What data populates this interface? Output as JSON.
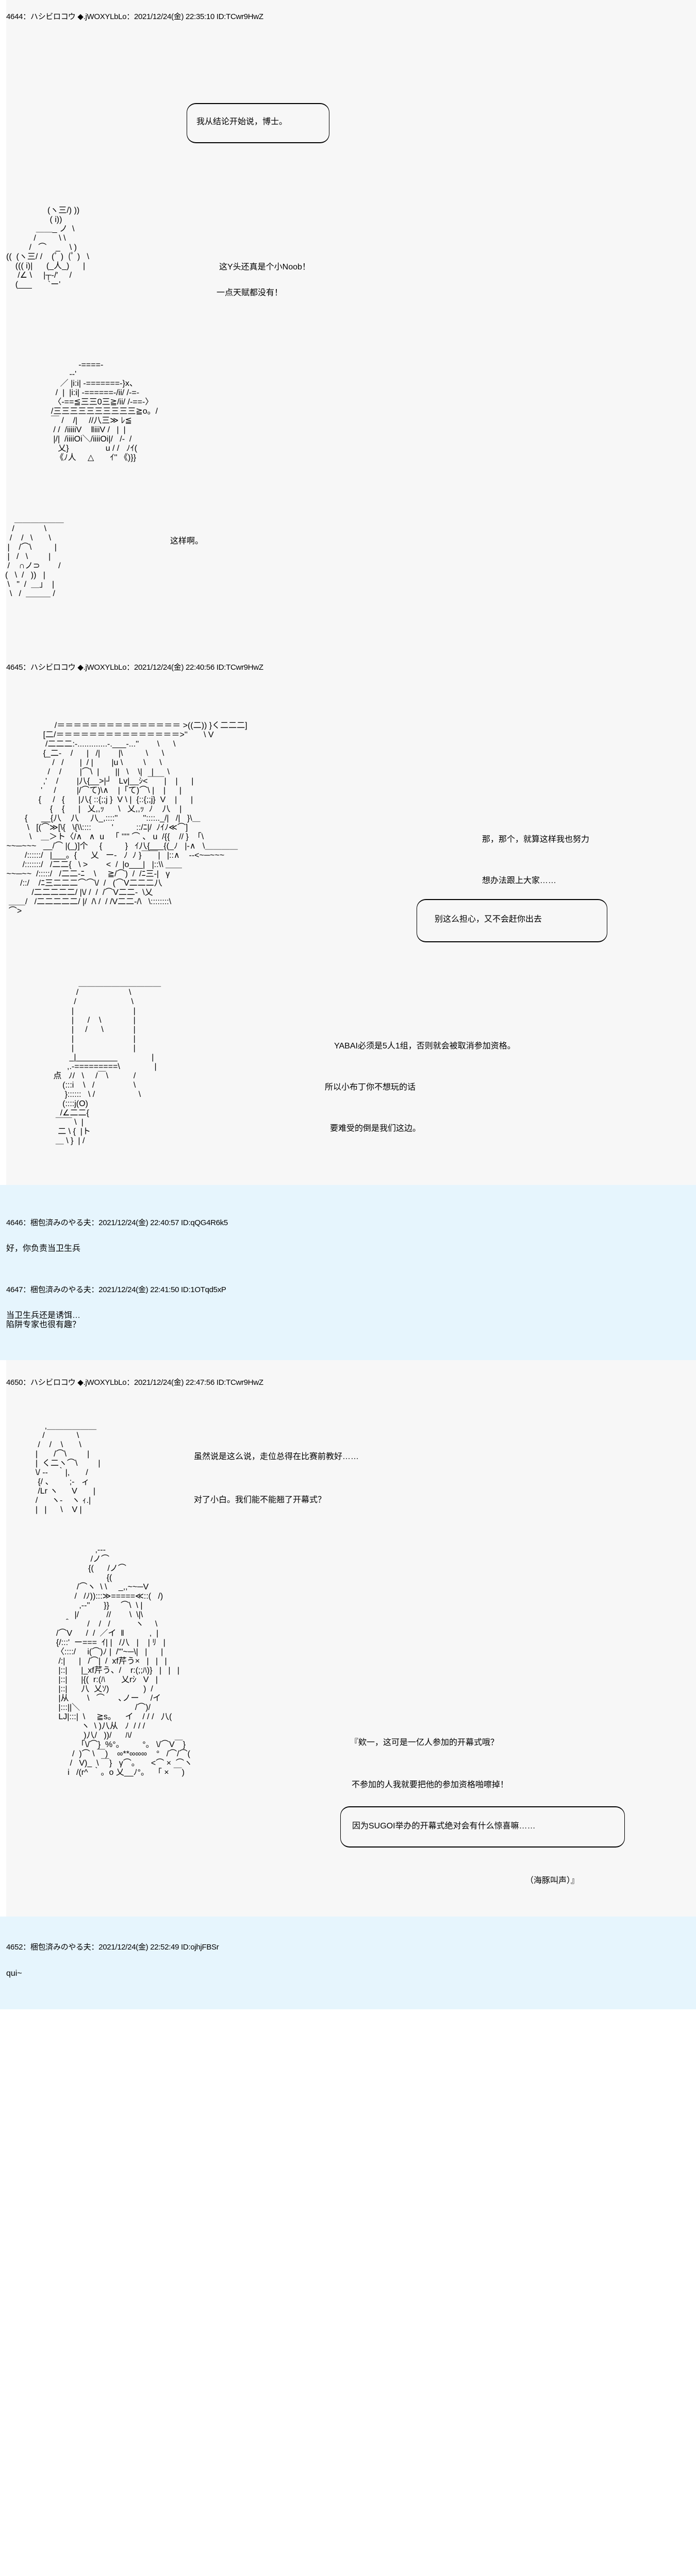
{
  "posts": [
    {
      "header": "4644：ハシビロコウ ◆.jWOXYLbLo：2021/12/24(金) 22:35:10 ID:TCwr9HwZ",
      "lines": [
        "我从结论开始说，博士。",
        "这Y头还真是个小Noob！",
        "一点天赋都没有！",
        "这样啊。"
      ],
      "art": {
        "noob": "                  (ヽ三/) ))\n                   ( i))\n             ＿＿_ ノ  \\\n            /          \\ \\\n          /   ⌒    _    \\ )\n((  (ヽ三/ /    (ﾟ )  (ﾟ )   \\\n    ((( i)|      (_人_)      |\n     /∠ \\     |┬-/′     /\n    (___       `ー'",
        "armor": "              -====-\n          --'\n      ／ |i:i| -=======-}x、\n    /  |  |i:i| -======-/ii/ /-=-\n   〈-==≦三三0三≧/ii/ /-==-〉\n  /三三三三三三三三三三≧o。/\n  ￣ /    /|     //八三≫ ﾚ≦\n   / /  /iiiiiV    ‖iiiV /   |  |\n   |/|  /iiiiOi＼/iiiiOi|/   /-  /\n     乂}                u / /   ﾉｲ(\n    《ﾉ人     △       ｲ'' 《)}}",
        "face": "    ＿＿＿＿＿＿\n   /             \\\n  /    /   \\       \\\n |    /⌒\\          |\n |   /   \\         |\n /    ∩ノ⊃        /\n(   \\  /   ))   |\n \\   \"  /  ＿」  |\n  \\   /  ＿＿＿ /"
      }
    },
    {
      "header": "4645：ハシビロコウ ◆.jWOXYLbLo：2021/12/24(金) 22:40:56 ID:TCwr9HwZ",
      "lines": [
        "那，那个，就算这样我也努力",
        "想办法跟上大家……",
        "别这么担心，又不会赶你出去",
        "YABAI必须是5人1组，否则就会被取消参加资格。",
        "所以小布丁你不想玩的话",
        "要难受的倒是我们这边。"
      ],
      "art": {
        "group": "                      /＝＝＝＝＝＝＝＝＝＝＝＝＝＝＝ >((二)) }く二二二]\n                 [二/＝＝＝＝＝＝＝＝＝＝＝＝＝＝＝>''       \\ V\n                  /二二二:-.............-.___-...''        \\      \\\n                 {_二-    /      |   /|        |\\          \\      \\\n                     /   /       |  / |        |u \\         \\      \\\n                   /    /        |⌒\\  |       ||   \\    \\|    |      \\\n                 ,'    /        |八{__>|┘   Lv|__ｼ<￣￣|    |      |\n                '     /         |/⌒て)\\∧    |「て)⌒\\ |    |      |\n               {     /   {      |八{ ::{;;j }  V \\ |  {::{;;j}  V    |      |\n                    {    {      |   乂,,ｯ      \\   乂,,ｯ  ﾉ    八    |\n         {      __{八    八     八_,::::''           ''::::.._/|   /|   }\\＿\n          \\   [(⌒≫[\\{   \\{\\\\::::         '          ::/ﾆ|/  ﾉｲﾉ≪⌒]\n           \\    ＿＞ト〈/∧   ∧  u   「 ''''' ⌒ 、 u  /{{    // }  「\\\n ~~─~~~   __/⌒ |(_)]个     {          }   ｲ八{___{(_ﾉ   |-∧   \\＿＿＿＿\n         /::::::/   |___。{      乂   ー-   ﾉ  ﾉ }￣￣|   |::∧    --<~─~~~\n        /:::::::/   /二二{   \\ >        <  /  |o___|   |::\\\\ ＿＿\n ~~─~~  /:::::/   /二二-ﾆ    \\     ≧/⌒)  /  /ﾆ三-|   γ\n       /::/    /ﾆ三二二二⌒⌒\\/  /   (⌒V二二二八\n            /二二二二二/ |\\/ /  /  /⌒V二二-  \\乂\n  ＿＿/   /二二二二二/ |/  /\\ /  / /V二二-/\\   \\::::::::\\\n  ⌒>",
        "hood": "              ＿＿＿＿＿＿＿＿＿＿\n             /                      \\\n            /                        \\\n           |                          |\n           |      /    \\              |\n           |     /      \\             |\n           |                          |\n           |                          |\n          _|_________               |\n         ,.‐=========\\               |\n   点   ﾉ/   \\     /￣\\           /\n       (:::i    \\   /                 \\\n        }::::::   \\ /                   \\\n       (::::j(O)\n      /∠二二{\n    ￣￣ \\  |\n     二 \\ {  |ト\n    ＿ \\ }  | /"
      }
    },
    {
      "header": "4646：梱包済みのやる夫：2021/12/24(金) 22:40:57 ID:qQG4R6k5",
      "lines": [
        "好，你负责当卫生兵"
      ]
    },
    {
      "header": "4647：梱包済みのやる夫：2021/12/24(金) 22:41:50 ID:1OTqd5xP",
      "lines": [
        "当卫生兵还是诱饵…",
        "陷阱专家也很有趣？"
      ]
    },
    {
      "header": "4650：ハシビロコウ ◆.jWOXYLbLo：2021/12/24(金) 22:47:56 ID:TCwr9HwZ",
      "lines": [
        "虽然说是这么说，走位总得在比赛前教好……",
        "对了小白。我们能不能翘了开幕式？",
        "『欸一，这可是一亿人参加的开幕式哦？",
        "不参加的人我就要把他的参加资格啪嚓掉！",
        "因为SUGOI举办的开幕式绝对会有什么惊喜嘛……",
        "（海豚叫声）』"
      ],
      "art": {
        "small": "      ,＿＿＿＿＿＿\n     /              \\\n   /    /    \\       \\\n  |       /⌒\\         |\n  |  く二ヽ⌒\\         |\n  \\/ -‐    ｀|,       /\n   {/ 、       ;-   ィ\n   /Lr ヽ      V       |\n  /      ヽ-    ヽ ｨ.|\n  |   |      \\    V |",
        "pudding": "                   ,---\n                 /ノ⌒\n                {(      /ノ⌒\n                        {(\n           /⌒ヽ  \\ \\     _,,~~─V\n          /   /ﾉ)):::≫=====≪::(   /)\n            ,-‐''      }}     ⌒\\  \\ |\n          |/            //        \\  \\|\\\n     ＾       /    /   /           ヽ     \\\n  /⌒V      /  /  ／イ  ‖           ,  |\n  {/:::'  ー===  ｲ| |   /八   |    | ﾘ   |\n  〈::::/     i(⌒)ﾉ |  /'''~─\\|   |      |\n   /:|      |   /⌒|  /  xf芹う×   |   |   |\n   |::|      |_xf芹う、/    r:(;;ﾊ)}   |   |   |\n   |::|      |{(  r:(ﾊ       乂rｼ   V   |\n   |::|      八  乂ｿ)               )  /\n   |从        \\   ⌒      ､ノー     /イ\n   |:::||＼                        /⌒)/\n   LJ|:::|  \\     ≧s。    イ    / / /   八(\n             ヽ  \\ )八从   ﾉ  / / /\n              )八/   ))/      ﾊ/\n           「\\/⌒}  %°。        °。 \\/⌒V￣}\n         /  )⌒ \\ ￣)    ∞**∞∞∞    °   /⌒/⌒(\n        /   V)_  \\ ￣}   γ⌒。     <⌒ ×  ⌒ヽ\n       i   /(r^  ｀。o 乂__ﾉ°。  「 ×  ￣)"
      }
    },
    {
      "header": "4652：梱包済みのやる夫：2021/12/24(金) 22:52:49 ID:ojhjFBSr",
      "lines": [
        "qui~"
      ]
    }
  ],
  "colors": {
    "host_bg": "#f7f7f7",
    "guest_bg": "#e6f5fd",
    "text": "#000000"
  }
}
